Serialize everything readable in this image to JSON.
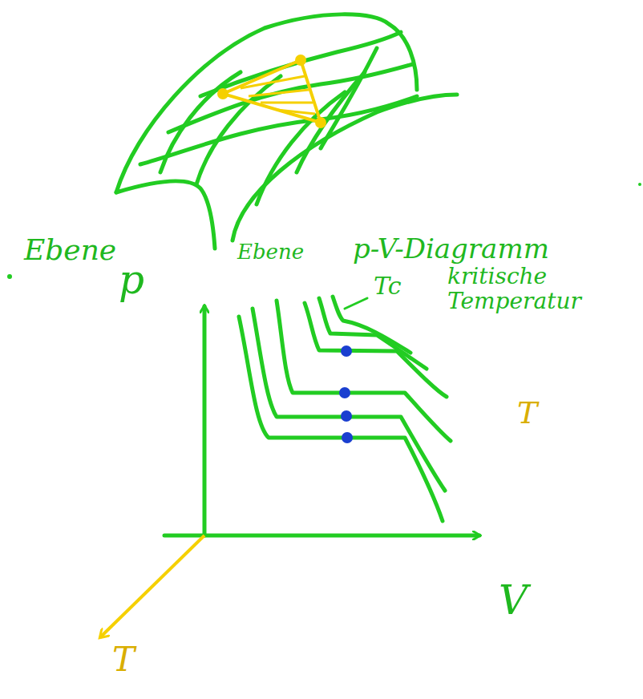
{
  "diagram": {
    "labels": [
      "Ebene",
      "p",
      "Ebene",
      "p-V-Diagramm",
      "Tc",
      "kritische Temperatur",
      "T",
      "V",
      "T"
    ]
  }
}
